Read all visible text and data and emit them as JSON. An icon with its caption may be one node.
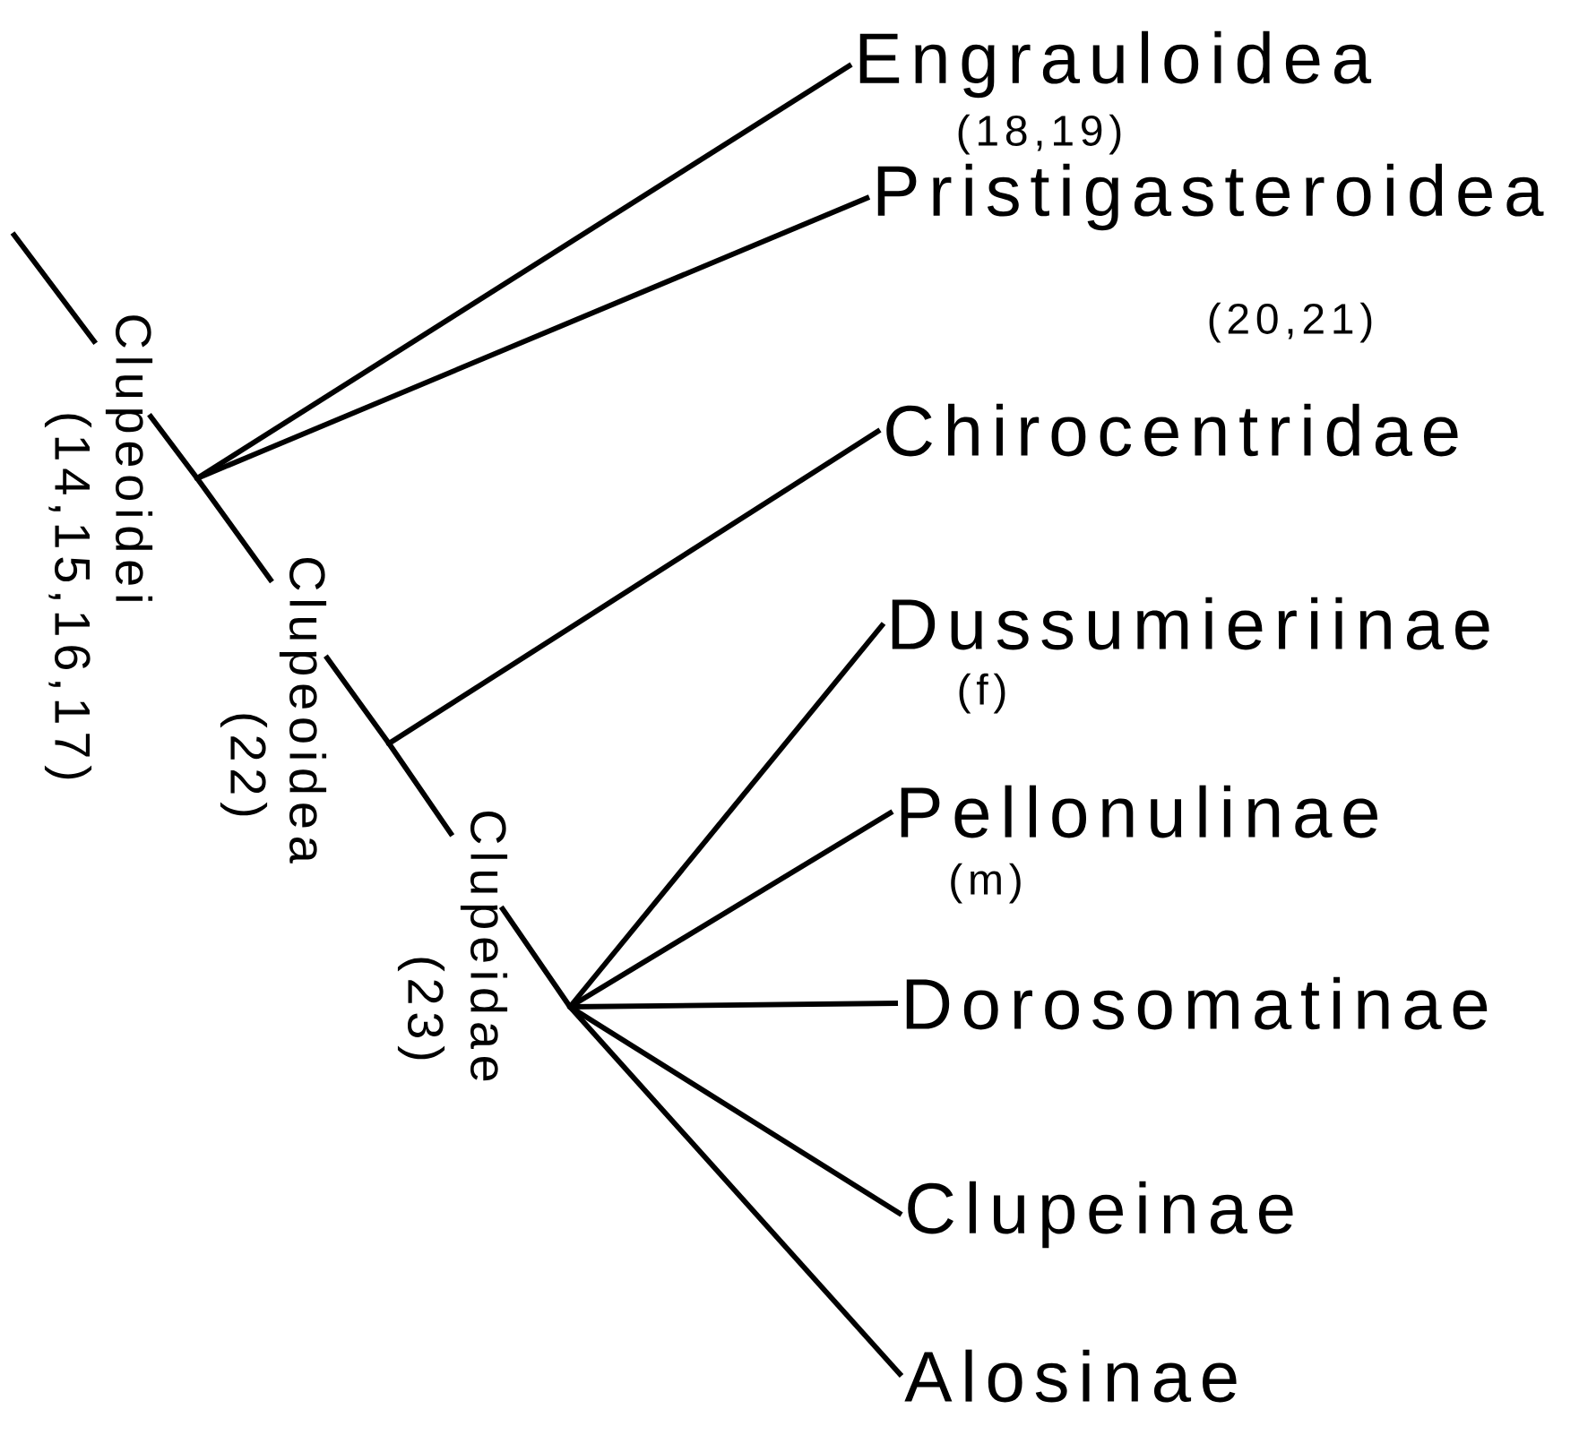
{
  "diagram": {
    "nodes": [
      {
        "text": [],
        "shape": "dot",
        "beside": [
          "Clupeoidei",
          "(14,15,16,17)"
        ]
      },
      {
        "text": [],
        "shape": "dot",
        "beside": [
          "Clupeoidea",
          "(22)"
        ]
      },
      {
        "text": [],
        "shape": "dot",
        "beside": [
          "Clupeidae",
          "(23)"
        ]
      },
      {
        "text": [
          "Engrauloidea"
        ],
        "beside": [
          "(18,19)"
        ]
      },
      {
        "text": [
          "Pristigasteroidea"
        ],
        "beside": [
          "(20,21)"
        ]
      },
      {
        "text": [
          "Chirocentridae"
        ]
      },
      {
        "text": [
          "Dussumieriinae"
        ],
        "beside": [
          "(f)"
        ]
      },
      {
        "text": [
          "Pellonulinae"
        ],
        "beside": [
          "(m)"
        ]
      },
      {
        "text": [
          "Dorosomatinae"
        ]
      },
      {
        "text": [
          "Clupeinae"
        ]
      },
      {
        "text": [
          "Alosinae"
        ]
      }
    ],
    "edges": [
      {
        "from": null,
        "to": 0,
        "arrow": "none"
      },
      {
        "from": 0,
        "to": 3,
        "arrow": "none"
      },
      {
        "from": 0,
        "to": 4,
        "arrow": "none"
      },
      {
        "from": 0,
        "to": 1,
        "arrow": "none"
      },
      {
        "from": 1,
        "to": 5,
        "arrow": "none"
      },
      {
        "from": 1,
        "to": 2,
        "arrow": "none"
      },
      {
        "from": 2,
        "to": 6,
        "arrow": "none"
      },
      {
        "from": 2,
        "to": 7,
        "arrow": "none"
      },
      {
        "from": 2,
        "to": 8,
        "arrow": "none"
      },
      {
        "from": 2,
        "to": 9,
        "arrow": "none"
      },
      {
        "from": 2,
        "to": 10,
        "arrow": "none"
      }
    ]
  }
}
